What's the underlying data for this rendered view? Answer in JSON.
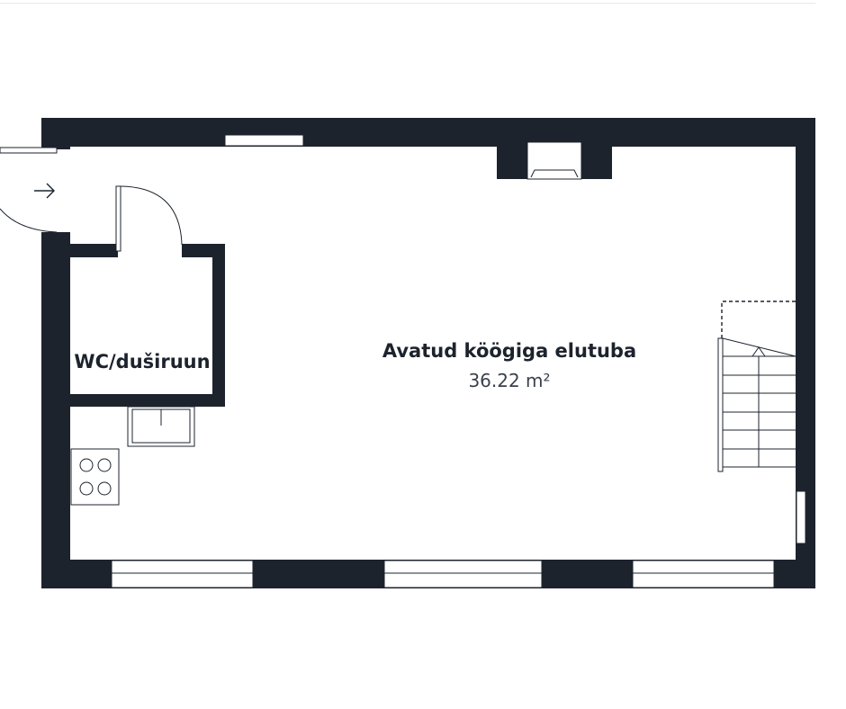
{
  "colors": {
    "wall": "#1c232d",
    "floor": "#ffffff",
    "line": "#1c232d",
    "area_text": "#3a424d"
  },
  "rooms": {
    "wc": {
      "name": "WC/duširuun"
    },
    "living": {
      "name": "Avatud köögiga elutuba",
      "area": "36.22 m²"
    }
  },
  "icons": {
    "entrance": "arrow-right-icon",
    "stove": "four-burner-stove-icon",
    "sink": "sink-icon",
    "fireplace": "fireplace-icon",
    "stairs": "staircase-icon"
  }
}
